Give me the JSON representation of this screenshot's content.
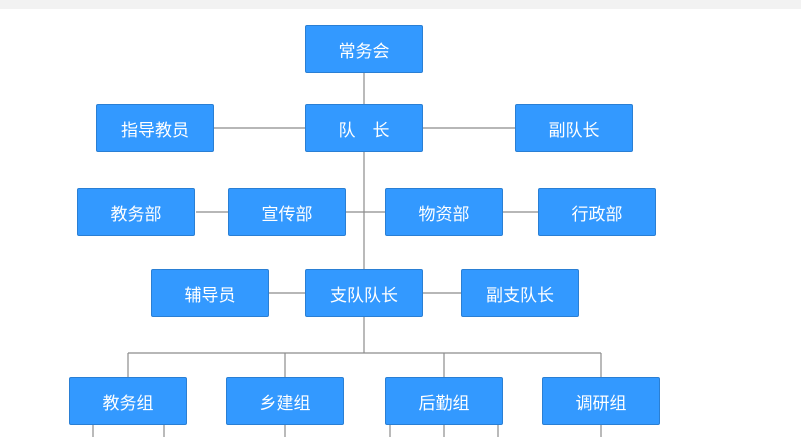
{
  "colors": {
    "node_fill": "#3399ff",
    "node_border": "#2a7fd4",
    "node_text": "#ffffff",
    "connector": "#8c8c8c"
  },
  "org_chart": {
    "committee": "常务会",
    "captain": "队　长",
    "instructor": "指导教员",
    "vice_captain": "副队长",
    "departments": {
      "academic_affairs": "教务部",
      "publicity": "宣传部",
      "supplies": "物资部",
      "administration": "行政部"
    },
    "counselor": "辅导员",
    "team_leader": "支队队长",
    "vice_team_leader": "副支队长",
    "groups": {
      "academic_group": "教务组",
      "rural_construction": "乡建组",
      "logistics": "后勤组",
      "research": "调研组"
    }
  }
}
